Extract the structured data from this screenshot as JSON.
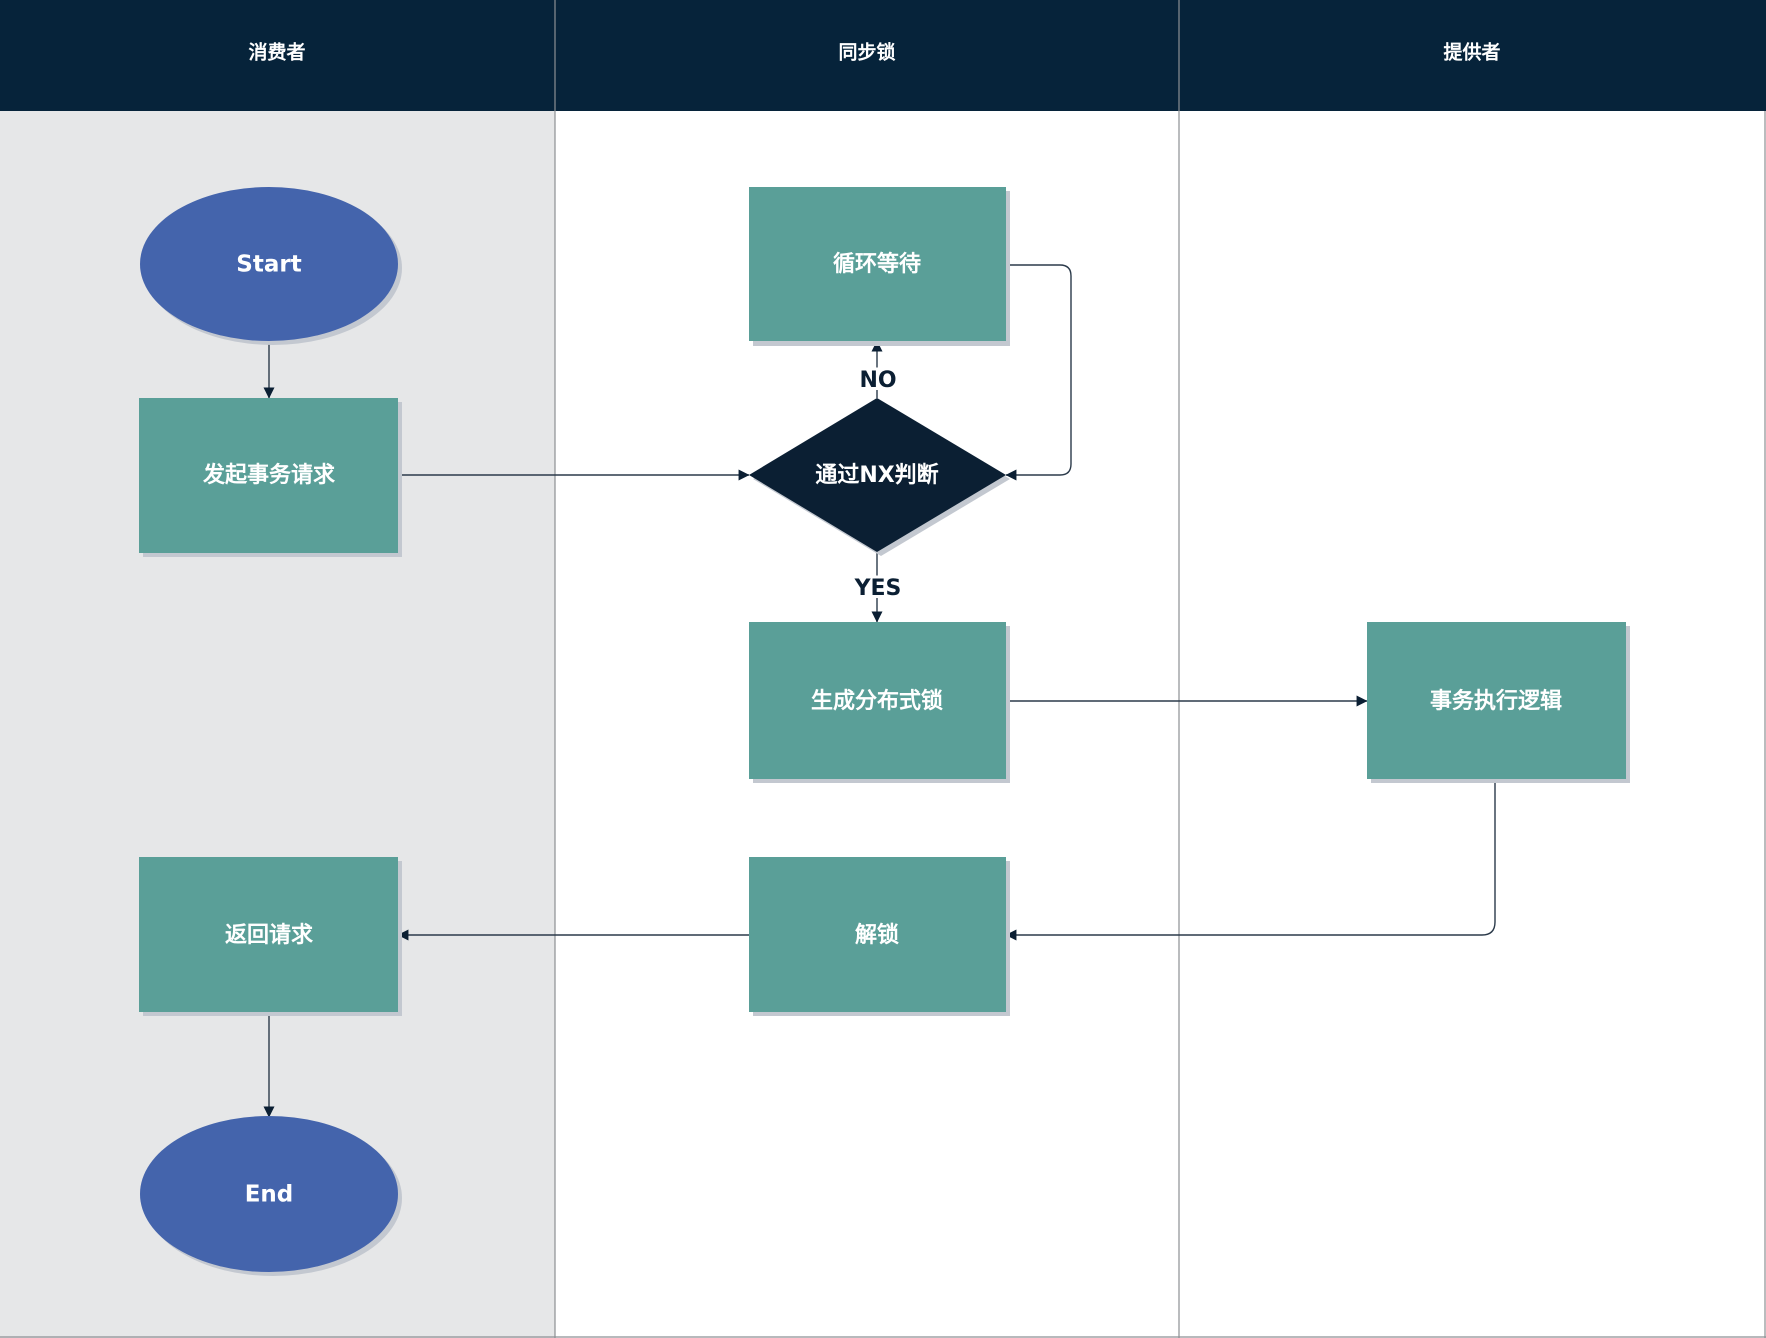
{
  "colors": {
    "header_bg": "#06233a",
    "consumer_lane_bg": "#e6e7e8",
    "lane_bg": "#ffffff",
    "lane_divider": "#8c8f93",
    "process_fill": "#5a9f98",
    "terminal_fill": "#4464ac",
    "decision_fill": "#0b1f33",
    "shadow": "#c3c8d0",
    "line": "#2b3a4a"
  },
  "lanes": [
    {
      "title": "消费者"
    },
    {
      "title": "同步锁"
    },
    {
      "title": "提供者"
    }
  ],
  "nodes": {
    "start": {
      "label": "Start",
      "shape": "ellipse"
    },
    "initiate": {
      "label": "发起事务请求",
      "shape": "rectangle"
    },
    "loop_wait": {
      "label": "循环等待",
      "shape": "rectangle"
    },
    "nx_check": {
      "label": "通过NX判断",
      "shape": "diamond"
    },
    "create_lock": {
      "label": "生成分布式锁",
      "shape": "rectangle"
    },
    "execute": {
      "label": "事务执行逻辑",
      "shape": "rectangle"
    },
    "unlock": {
      "label": "解锁",
      "shape": "rectangle"
    },
    "return_req": {
      "label": "返回请求",
      "shape": "rectangle"
    },
    "end": {
      "label": "End",
      "shape": "ellipse"
    }
  },
  "edges": {
    "no_label": "NO",
    "yes_label": "YES"
  }
}
